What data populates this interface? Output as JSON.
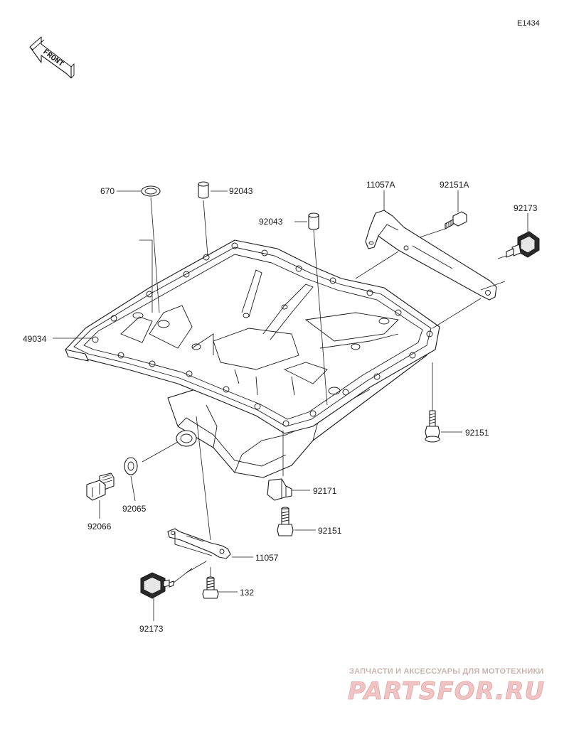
{
  "diagram_code": "E1434",
  "front_label": "FRONT",
  "parts": [
    {
      "key": "p670",
      "number": "670"
    },
    {
      "key": "p92043a",
      "number": "92043"
    },
    {
      "key": "p92043b",
      "number": "92043"
    },
    {
      "key": "p11057a",
      "number": "11057A"
    },
    {
      "key": "p92151a",
      "number": "92151A"
    },
    {
      "key": "p92173a",
      "number": "92173"
    },
    {
      "key": "p49034",
      "number": "49034"
    },
    {
      "key": "p92151b",
      "number": "92151"
    },
    {
      "key": "p92171",
      "number": "92171"
    },
    {
      "key": "p92066",
      "number": "92066"
    },
    {
      "key": "p92065",
      "number": "92065"
    },
    {
      "key": "p92151c",
      "number": "92151"
    },
    {
      "key": "p11057",
      "number": "11057"
    },
    {
      "key": "p132",
      "number": "132"
    },
    {
      "key": "p92173b",
      "number": "92173"
    }
  ],
  "watermark": {
    "tagline": "ЗАПЧАСТИ И АКСЕССУАРЫ ДЛЯ МОТОТЕХНИКИ",
    "logo_text": "PARTSFOR.RU"
  },
  "colors": {
    "line": "#1a1a1a",
    "watermark_text": "#c9b3b3",
    "watermark_logo": "#f0c4c4"
  }
}
